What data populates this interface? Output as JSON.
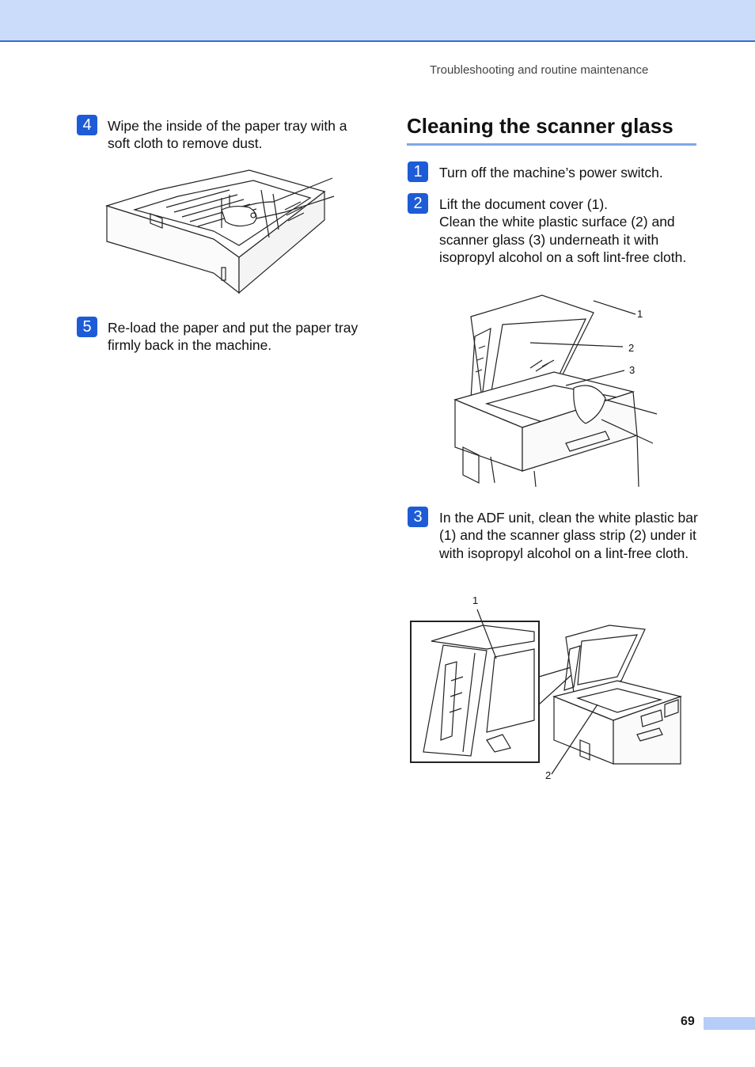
{
  "header": {
    "running_title": "Troubleshooting and routine maintenance"
  },
  "left": {
    "step4": {
      "number": "4",
      "text": "Wipe the inside of the paper tray with a soft cloth to remove dust."
    },
    "step5": {
      "number": "5",
      "text": "Re-load the paper and put the paper tray firmly back in the machine."
    }
  },
  "section": {
    "title": "Cleaning the scanner glass",
    "step1": {
      "number": "1",
      "text": "Turn off the machine’s power switch."
    },
    "step2": {
      "number": "2",
      "line1": "Lift the document cover (1).",
      "line2": "Clean the white plastic surface (2) and scanner glass (3) underneath it with isopropyl alcohol on a soft lint-free cloth."
    },
    "figure2_callouts": [
      "1",
      "2",
      "3"
    ],
    "step3": {
      "number": "3",
      "text": "In the ADF unit, clean the white plastic bar (1) and the scanner glass strip (2) under it with isopropyl alcohol on a lint-free cloth."
    },
    "figure3_callouts": [
      "1",
      "2"
    ]
  },
  "footer": {
    "page_number": "69"
  },
  "colors": {
    "band": "#cbdcfb",
    "accent": "#1e5bd6",
    "rule": "#7fa7e8"
  }
}
